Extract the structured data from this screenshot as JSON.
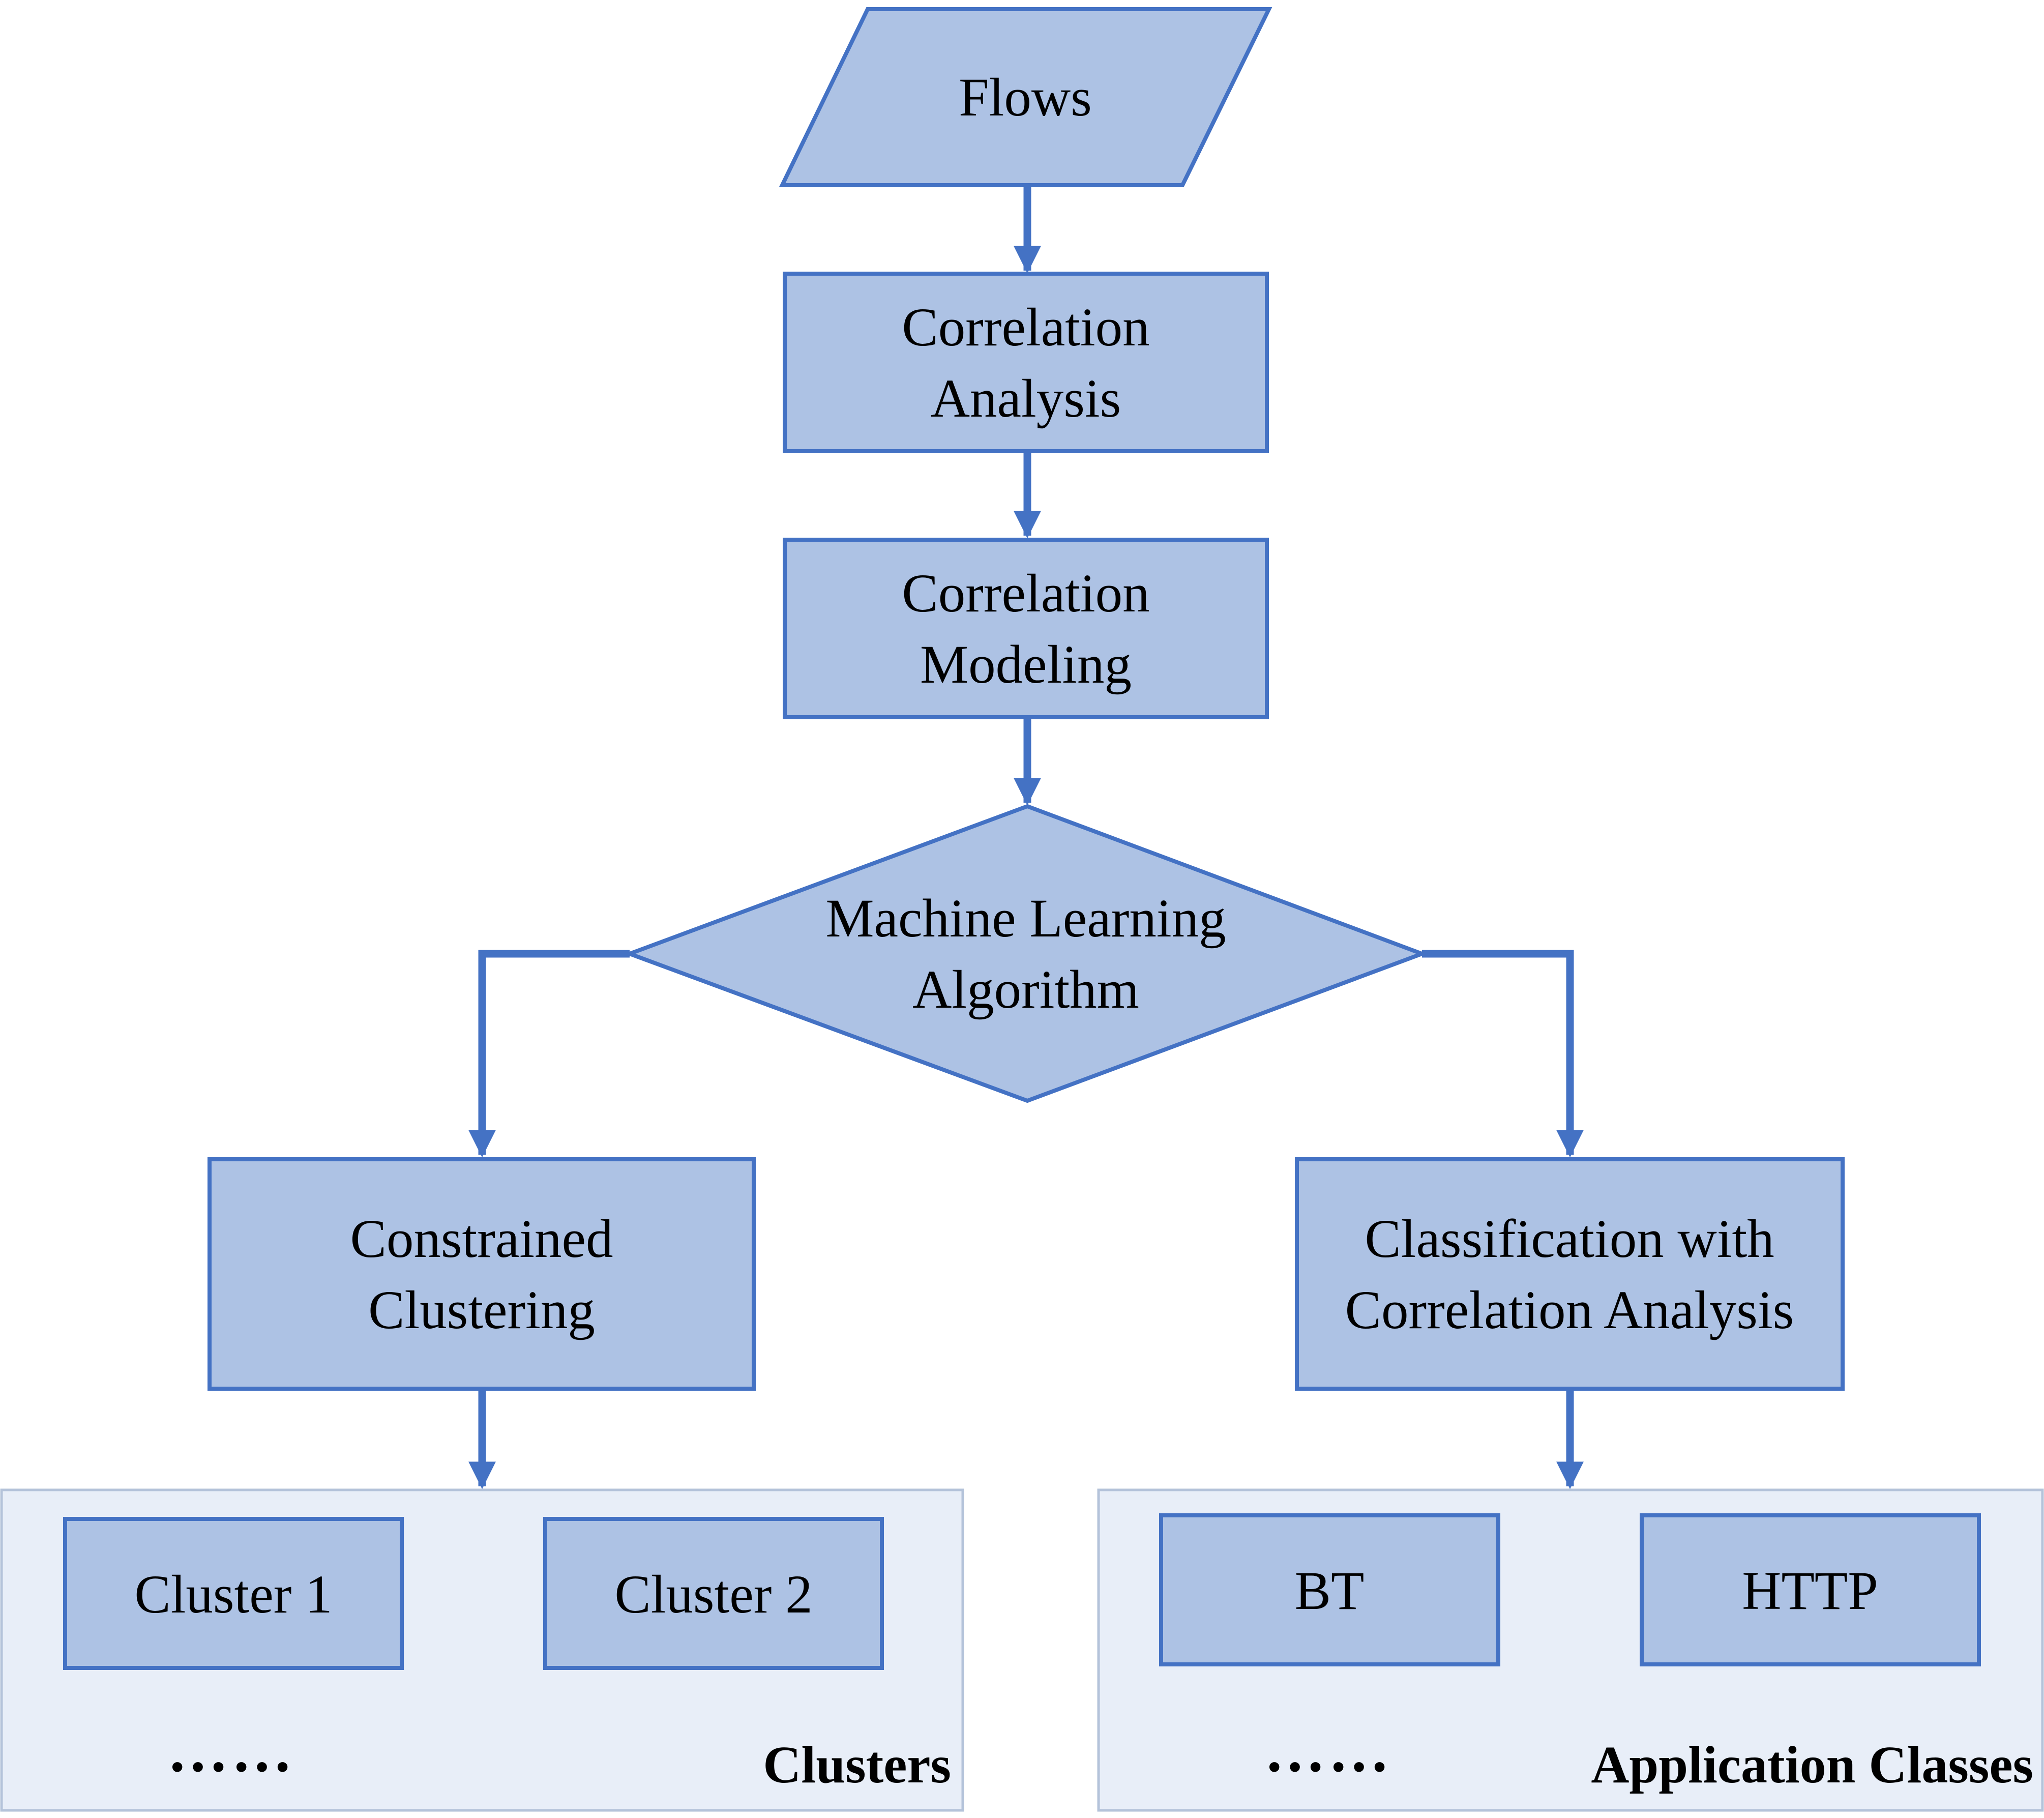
{
  "colors": {
    "box_fill": "#adc2e4",
    "box_stroke": "#4472c4",
    "panel_fill": "#e8eef8",
    "panel_stroke": "#b4c3da",
    "arrow": "#4472c4",
    "text": "#000000"
  },
  "nodes": {
    "flows": {
      "shape": "parallelogram",
      "lines": [
        "Flows"
      ]
    },
    "correlation_analysis": {
      "shape": "rectangle",
      "lines": [
        "Correlation",
        "Analysis"
      ]
    },
    "correlation_modeling": {
      "shape": "rectangle",
      "lines": [
        "Correlation",
        "Modeling"
      ]
    },
    "machine_learning": {
      "shape": "diamond",
      "lines": [
        "Machine Learning",
        "Algorithm"
      ]
    },
    "constrained_clustering": {
      "shape": "rectangle",
      "lines": [
        "Constrained",
        "Clustering"
      ]
    },
    "classification": {
      "shape": "rectangle",
      "lines": [
        "Classification with",
        "Correlation Analysis"
      ]
    }
  },
  "clusters_group": {
    "label": "Clusters",
    "items": [
      "Cluster 1",
      "Cluster 2"
    ],
    "ellipsis": "……"
  },
  "classes_group": {
    "label": "Application Classes",
    "items": [
      "BT",
      "HTTP"
    ],
    "ellipsis": "……"
  },
  "edges": [
    {
      "from": "flows",
      "to": "correlation_analysis"
    },
    {
      "from": "correlation_analysis",
      "to": "correlation_modeling"
    },
    {
      "from": "correlation_modeling",
      "to": "machine_learning"
    },
    {
      "from": "machine_learning",
      "to": "constrained_clustering"
    },
    {
      "from": "machine_learning",
      "to": "classification"
    },
    {
      "from": "constrained_clustering",
      "to": "clusters_group"
    },
    {
      "from": "classification",
      "to": "classes_group"
    }
  ]
}
